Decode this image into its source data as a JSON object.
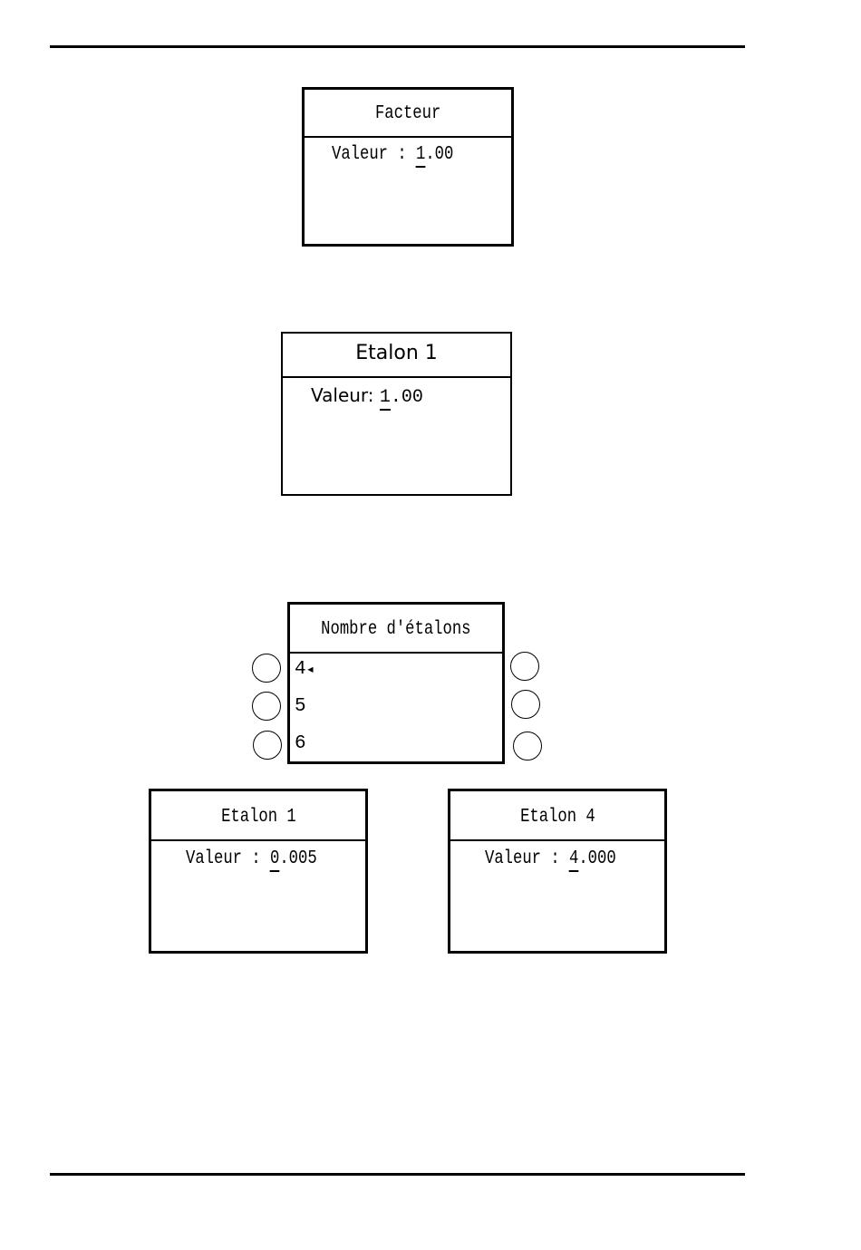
{
  "screens": {
    "facteur": {
      "title": "Facteur",
      "label": "Valeur : ",
      "value_cursor": "1",
      "value_rest": ".00"
    },
    "etalon1_a": {
      "title": "Etalon 1",
      "label": "Valeur: ",
      "value_cursor": "1",
      "value_rest": ".00"
    },
    "nombre": {
      "title": "Nombre d'étalons",
      "options": [
        "4",
        "5",
        "6"
      ],
      "selected_marker": "◂"
    },
    "etalon1_b": {
      "title": "Etalon 1",
      "label": "Valeur : ",
      "value_cursor": "0",
      "value_rest": ".005"
    },
    "etalon4": {
      "title": "Etalon 4",
      "label": "Valeur : ",
      "value_cursor": "4",
      "value_rest": ".000"
    }
  }
}
